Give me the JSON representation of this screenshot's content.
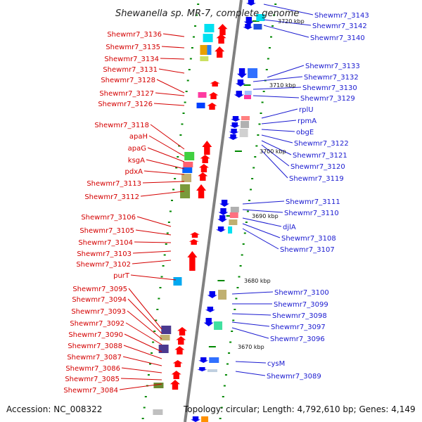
{
  "title": "Shewanella sp. MR-7, complete genome",
  "footer": {
    "accession": "Accession: NC_008322",
    "topology": "Topology: circular; Length: 4,792,610 bp; Genes: 4,149"
  },
  "colors": {
    "left_label": "#d40000",
    "right_label": "#1a1ad0",
    "backbone": "#808080",
    "forward_strand": "#ff0000",
    "reverse_strand": "#0000ee",
    "tick": "#008800"
  },
  "kbp_marks": [
    "3720 kbp",
    "3710 kbp",
    "3700 kbp",
    "3690 kbp",
    "3680 kbp",
    "3670 kbp"
  ],
  "left_labels": [
    "Shewmr7_3136",
    "Shewmr7_3135",
    "Shewmr7_3134",
    "Shewmr7_3131",
    "Shewmr7_3128",
    "Shewmr7_3127",
    "Shewmr7_3126",
    "Shewmr7_3118",
    "apaH",
    "apaG",
    "ksgA",
    "pdxA",
    "Shewmr7_3113",
    "Shewmr7_3112",
    "Shewmr7_3106",
    "Shewmr7_3105",
    "Shewmr7_3104",
    "Shewmr7_3103",
    "Shewmr7_3102",
    "purT",
    "Shewmr7_3095",
    "Shewmr7_3094",
    "Shewmr7_3093",
    "Shewmr7_3092",
    "Shewmr7_3090",
    "Shewmr7_3088",
    "Shewmr7_3087",
    "Shewmr7_3086",
    "Shewmr7_3085",
    "Shewmr7_3084"
  ],
  "right_labels": [
    "Shewmr7_3143",
    "Shewmr7_3142",
    "Shewmr7_3140",
    "Shewmr7_3133",
    "Shewmr7_3132",
    "Shewmr7_3130",
    "Shewmr7_3129",
    "rplU",
    "rpmA",
    "obgE",
    "Shewmr7_3122",
    "Shewmr7_3121",
    "Shewmr7_3120",
    "Shewmr7_3119",
    "Shewmr7_3111",
    "Shewmr7_3110",
    "djlA",
    "Shewmr7_3108",
    "Shewmr7_3107",
    "Shewmr7_3100",
    "Shewmr7_3099",
    "Shewmr7_3098",
    "Shewmr7_3097",
    "Shewmr7_3096",
    "cysM",
    "Shewmr7_3089"
  ]
}
